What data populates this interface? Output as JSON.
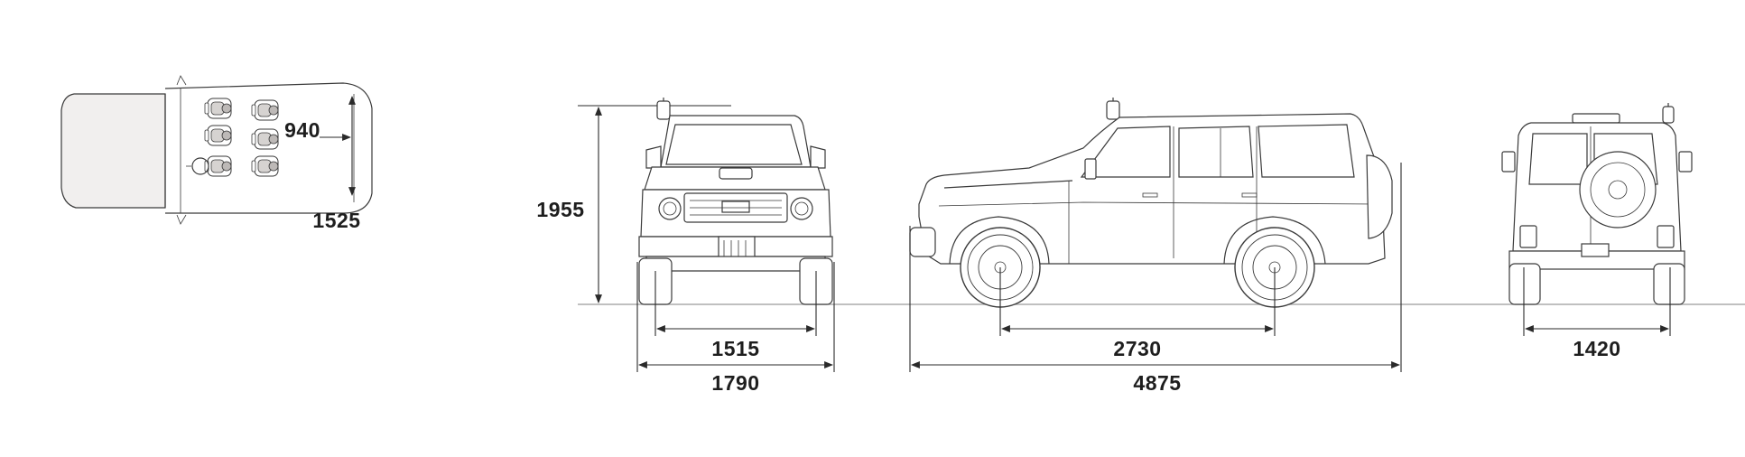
{
  "dimensions": {
    "seat_width": "940",
    "cargo_length": "1525",
    "height": "1955",
    "front_track": "1515",
    "overall_width": "1790",
    "wheelbase": "2730",
    "overall_length": "4875",
    "rear_track": "1420"
  },
  "colors": {
    "line": "#3a3a3a",
    "dimension_line": "#2a2a2a",
    "ground_line": "#9a9a9a",
    "text": "#1e1e1e",
    "hood_fill": "#f1efee",
    "background": "#ffffff"
  },
  "icons": {
    "top_view": "vehicle-top-view-icon",
    "front_view": "vehicle-front-view-icon",
    "side_view": "vehicle-side-view-icon",
    "rear_view": "vehicle-rear-view-icon",
    "seat": "seat-icon"
  }
}
